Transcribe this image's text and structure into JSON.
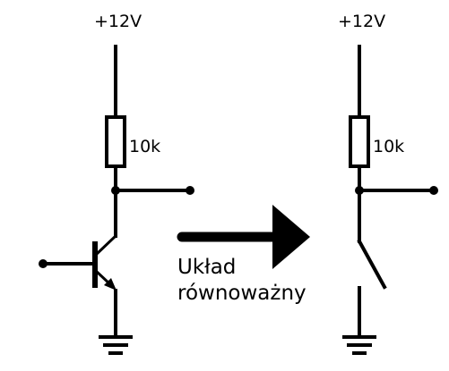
{
  "left_circuit": {
    "supply_label": "+12V",
    "resistor_label": "10k",
    "component": "npn-transistor"
  },
  "right_circuit": {
    "supply_label": "+12V",
    "resistor_label": "10k",
    "component": "open-switch"
  },
  "arrow": {
    "caption_line1": "Układ",
    "caption_line2": "równoważny"
  }
}
